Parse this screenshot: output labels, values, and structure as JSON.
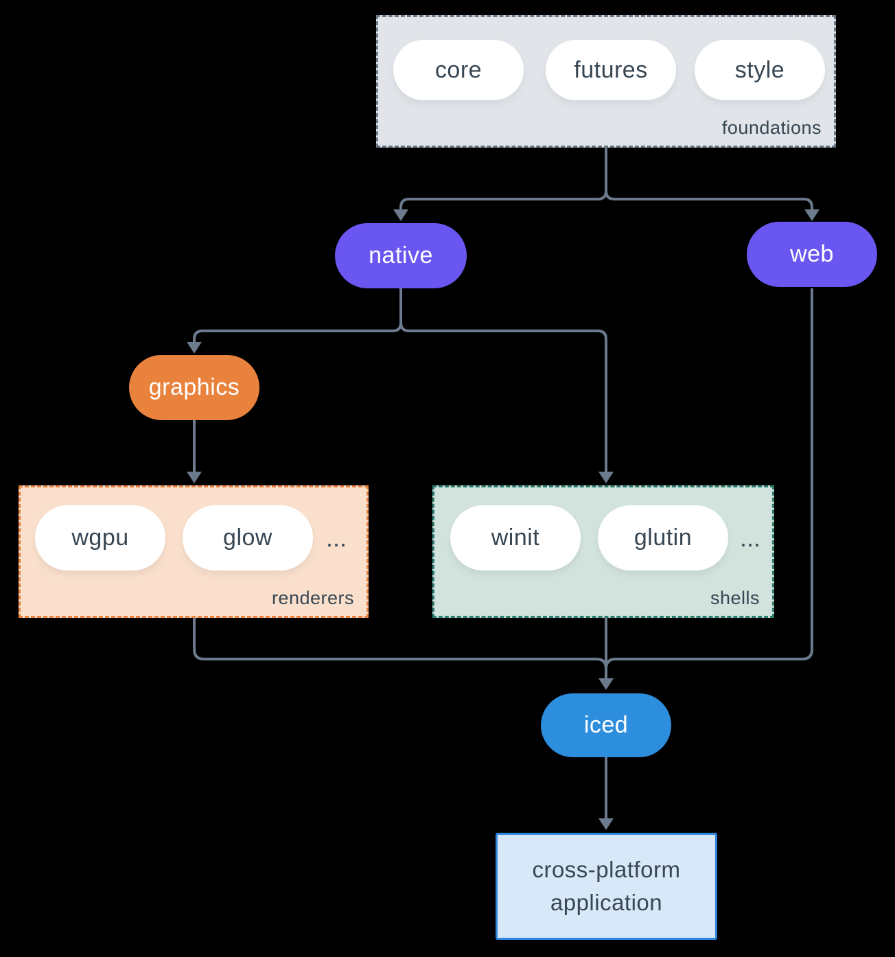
{
  "diagram": {
    "background": "#000000",
    "connector_color": "#6b7a8c",
    "text_color": "#374653",
    "groups": {
      "foundations": {
        "label": "foundations",
        "pills": [
          "core",
          "futures",
          "style"
        ],
        "fill": "#e1e5e9",
        "border": "#6b7888"
      },
      "renderers": {
        "label": "renderers",
        "pills": [
          "wgpu",
          "glow"
        ],
        "ellipsis": "...",
        "fill": "#f9dfcc",
        "border": "#e8823c"
      },
      "shells": {
        "label": "shells",
        "pills": [
          "winit",
          "glutin"
        ],
        "ellipsis": "...",
        "fill": "#d2e2dc",
        "border": "#2a7f6f"
      }
    },
    "nodes": {
      "native": {
        "label": "native",
        "fill": "#6a57f1",
        "text": "#ffffff"
      },
      "web": {
        "label": "web",
        "fill": "#6a57f1",
        "text": "#ffffff"
      },
      "graphics": {
        "label": "graphics",
        "fill": "#e8823c",
        "text": "#ffffff"
      },
      "iced": {
        "label": "iced",
        "fill": "#2e8ede",
        "text": "#ffffff"
      },
      "application": {
        "label": "cross-platform application",
        "fill": "#d8e8f8",
        "border": "#2e86de"
      }
    }
  }
}
